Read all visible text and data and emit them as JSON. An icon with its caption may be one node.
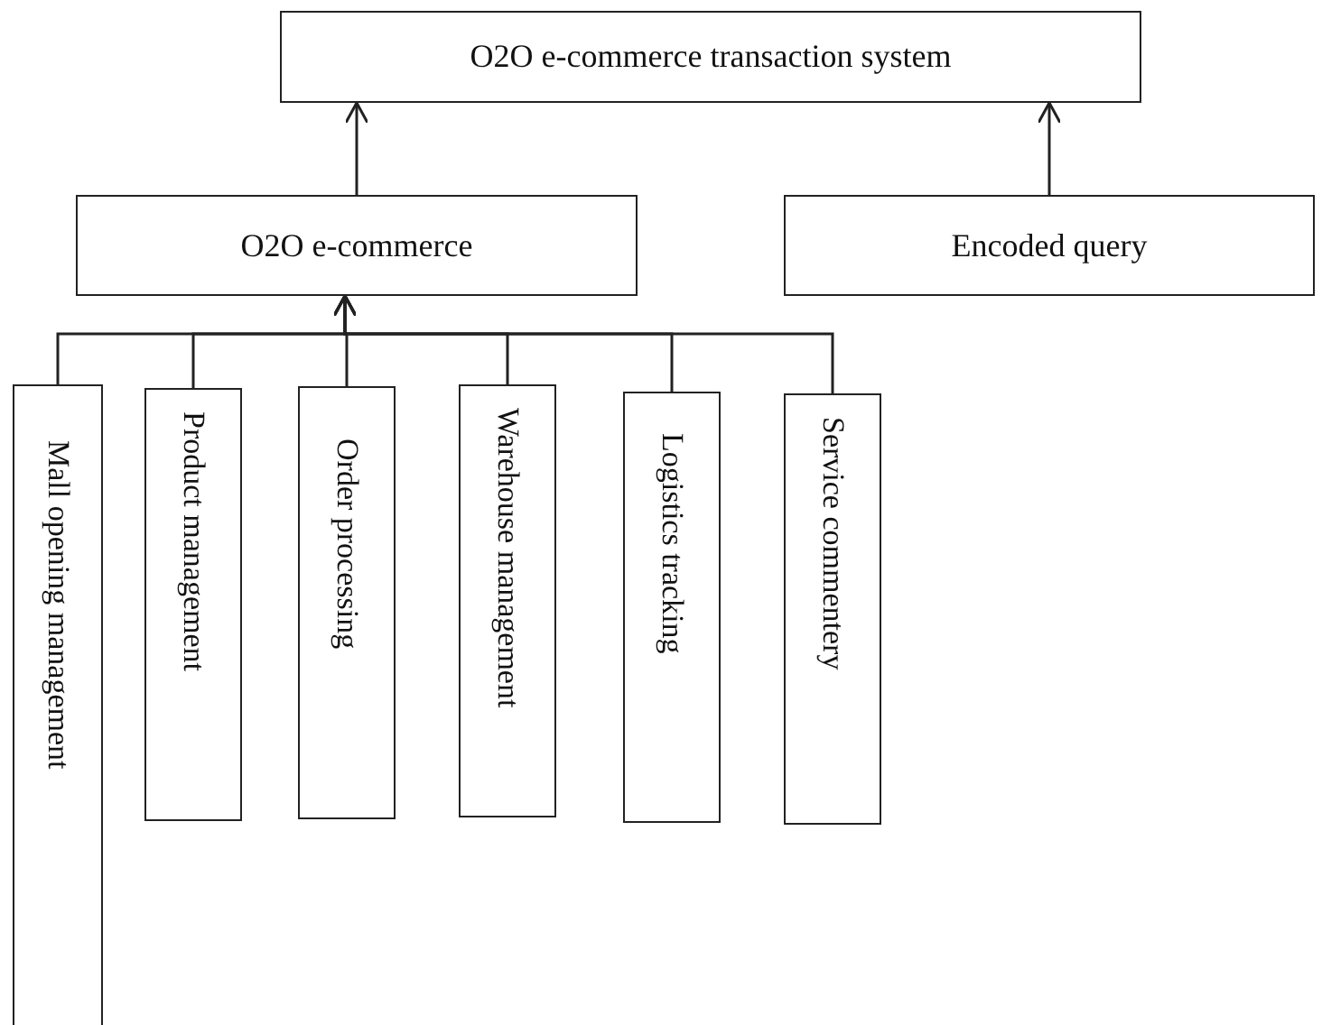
{
  "diagram": {
    "nodes": [
      {
        "text": [
          "O2O e-commerce transaction system"
        ]
      },
      {
        "text": [
          "O2O e-commerce"
        ]
      },
      {
        "text": [
          "Encoded query"
        ]
      },
      {
        "text": [
          "Mall opening management"
        ]
      },
      {
        "text": [
          "Product management"
        ]
      },
      {
        "text": [
          "Order processing"
        ]
      },
      {
        "text": [
          "Warehouse management"
        ]
      },
      {
        "text": [
          "Logistics tracking"
        ]
      },
      {
        "text": [
          "Service commentery"
        ]
      }
    ],
    "edges": [
      {
        "from": 1,
        "to": 0,
        "arrow": "to"
      },
      {
        "from": 2,
        "to": 0,
        "arrow": "to"
      },
      {
        "from": 3,
        "to": 1,
        "arrow": "to"
      },
      {
        "from": 4,
        "to": 1,
        "arrow": "to"
      },
      {
        "from": 5,
        "to": 1,
        "arrow": "to"
      },
      {
        "from": 6,
        "to": 1,
        "arrow": "to"
      },
      {
        "from": 7,
        "to": 1,
        "arrow": "to"
      },
      {
        "from": 8,
        "to": 1,
        "arrow": "to"
      }
    ]
  }
}
